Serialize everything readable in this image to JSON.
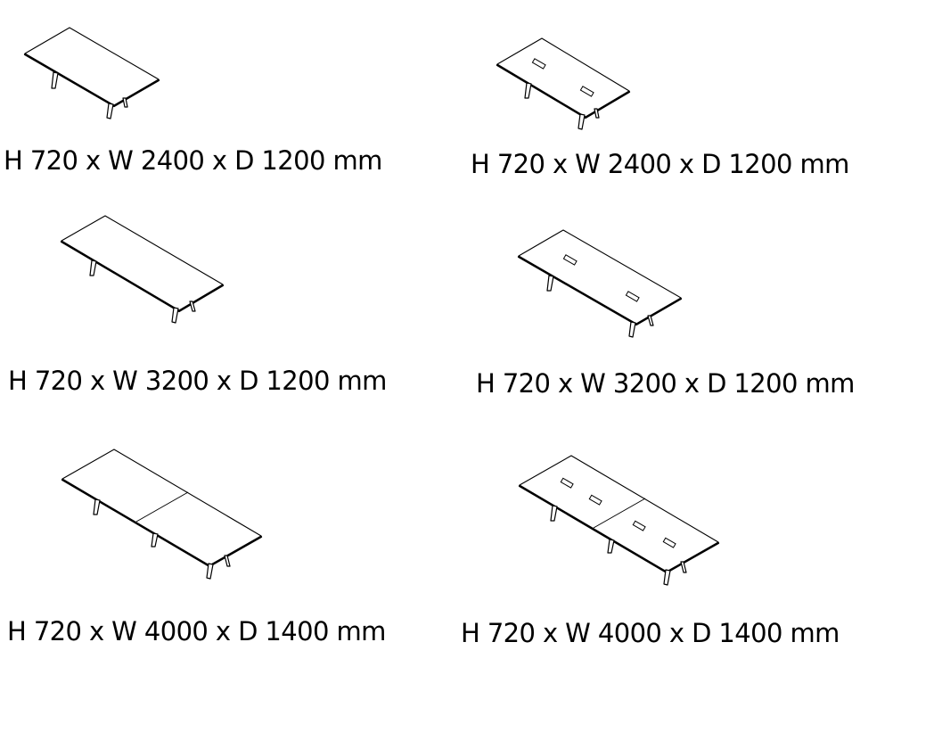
{
  "tables": [
    {
      "label": "H 720 x W 2400 x D 1200 mm",
      "variant": "plain"
    },
    {
      "label": "H 720 x W 2400 x D 1200 mm",
      "variant": "with-cable-ports"
    },
    {
      "label": "H 720 x W 3200 x D 1200 mm",
      "variant": "plain"
    },
    {
      "label": "H 720 x W 3200 x D 1200 mm",
      "variant": "with-cable-ports"
    },
    {
      "label": "H 720 x W 4000 x D 1400 mm",
      "variant": "plain-two-piece"
    },
    {
      "label": "H 720 x W 4000 x D 1400 mm",
      "variant": "two-piece-with-cable-ports"
    }
  ]
}
